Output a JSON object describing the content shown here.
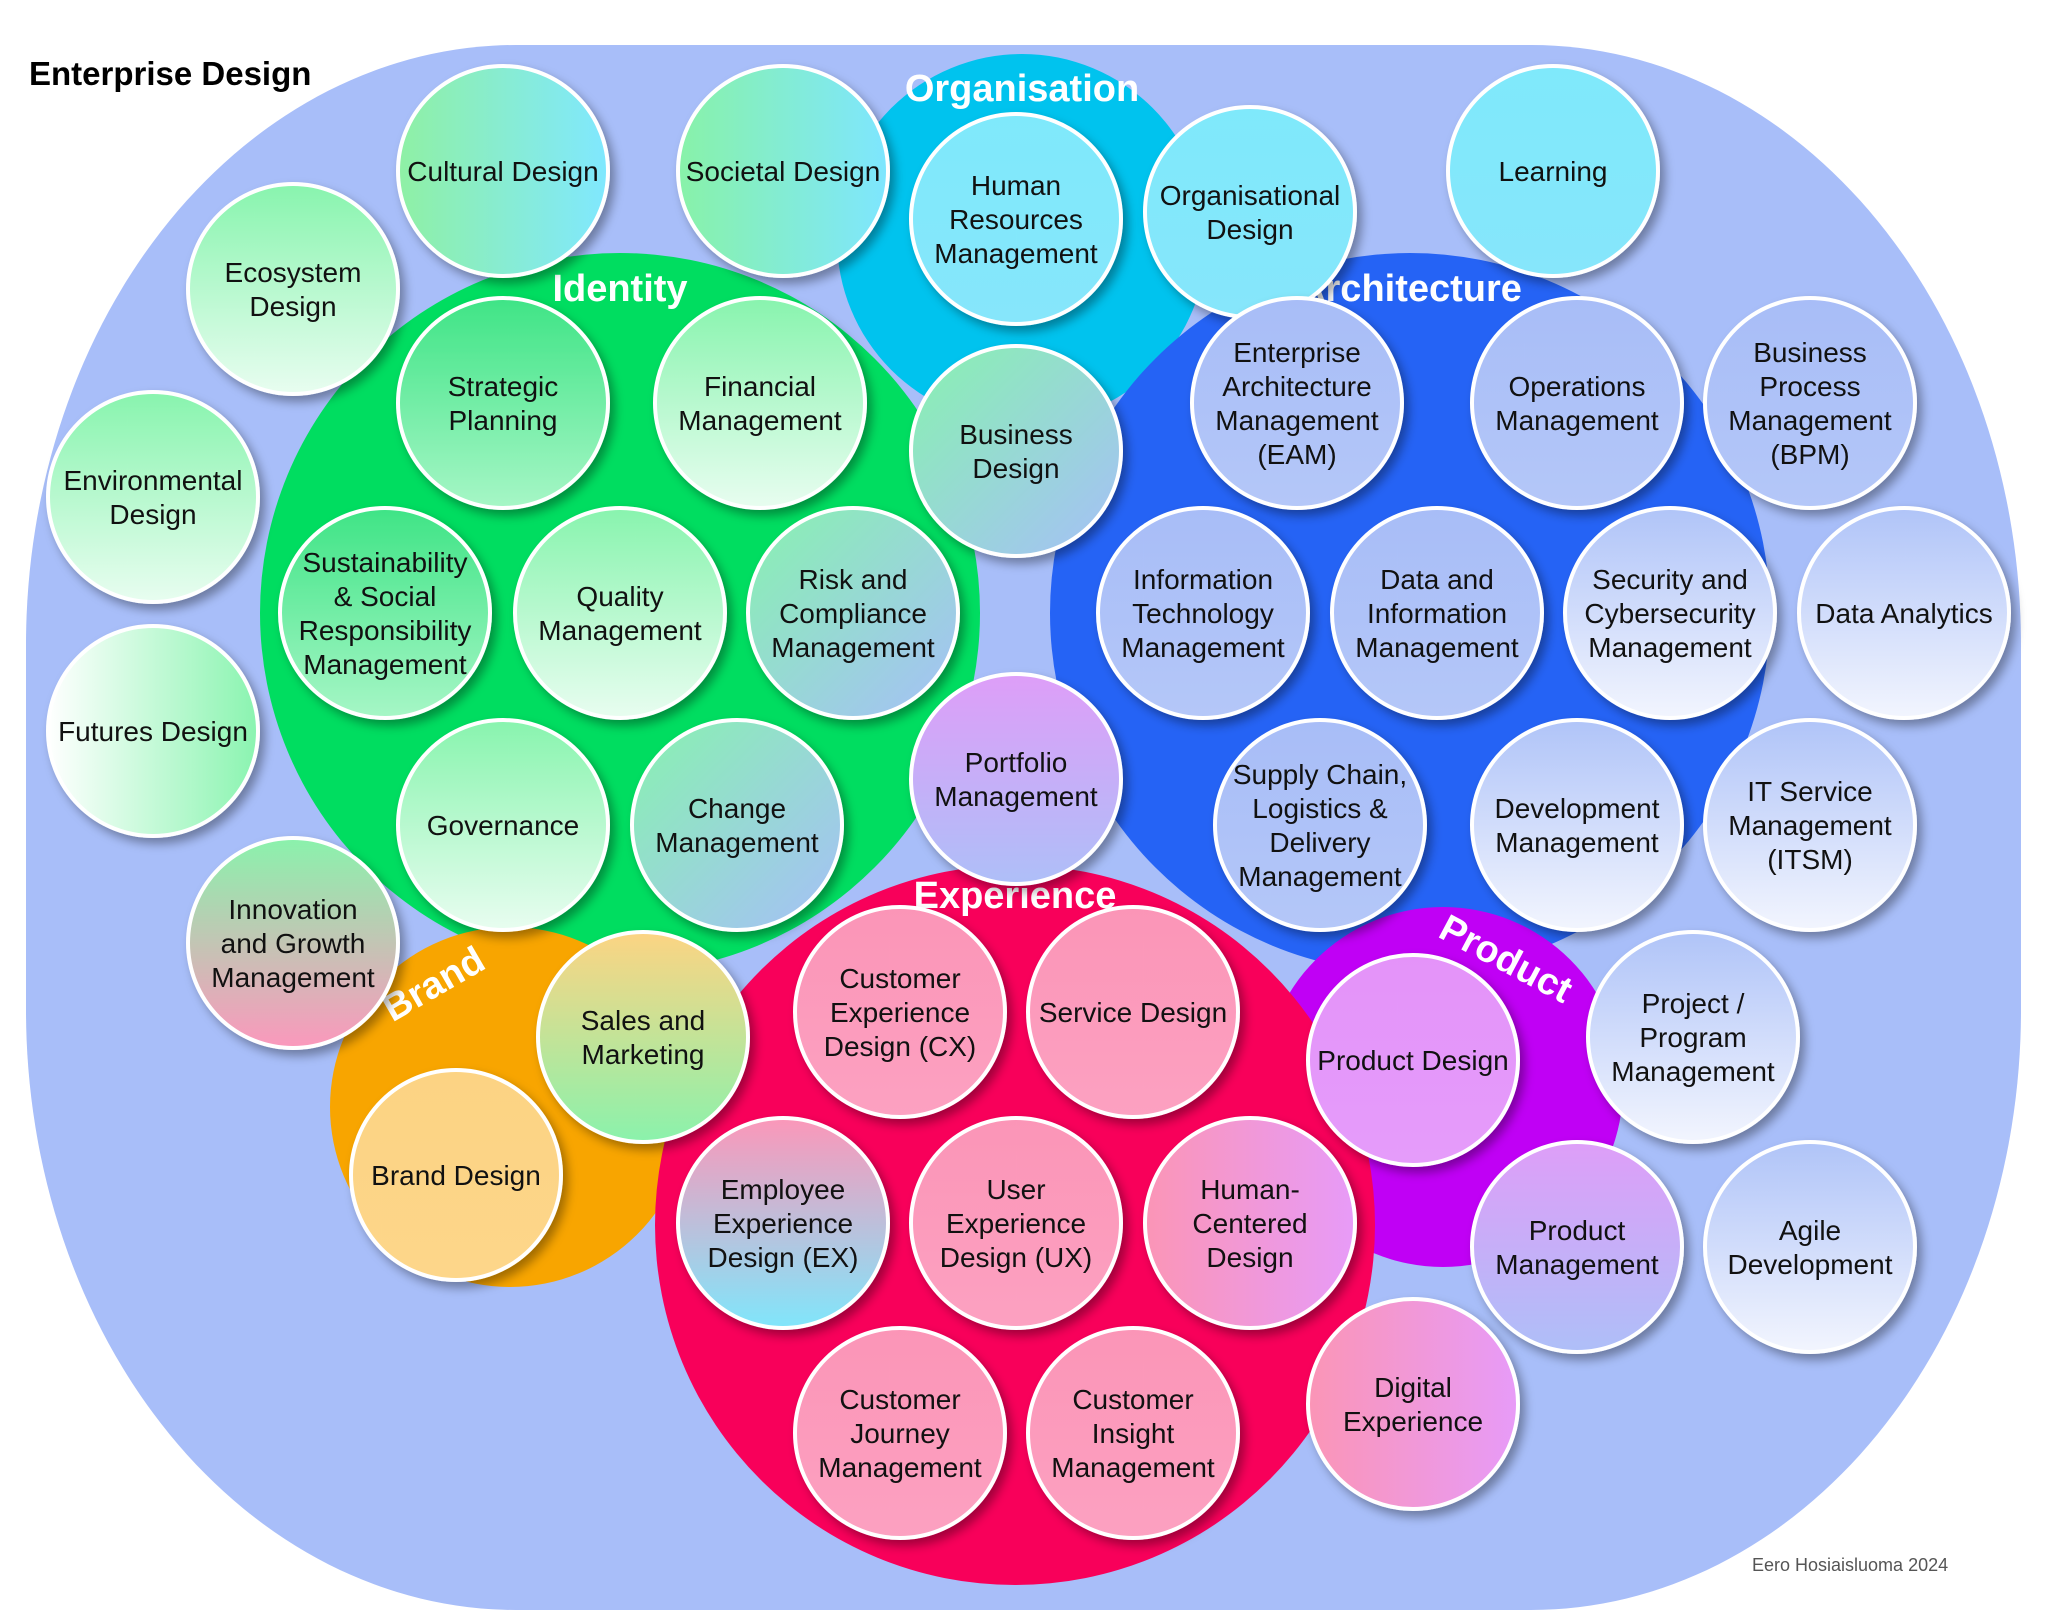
{
  "title": "Enterprise Design",
  "credit": "Eero Hosiaisluoma 2024",
  "colors": {
    "background": "#a8bef9",
    "organisation": "#00c3ee",
    "identity": "#00dd60",
    "architecture": "#2563f5",
    "experience": "#f8005a",
    "brand": "#f8a500",
    "product": "#c000f5"
  },
  "groups": [
    {
      "id": "organisation",
      "label": "Organisation"
    },
    {
      "id": "identity",
      "label": "Identity"
    },
    {
      "id": "architecture",
      "label": "Architecture"
    },
    {
      "id": "experience",
      "label": "Experience"
    },
    {
      "id": "brand",
      "label": "Brand"
    },
    {
      "id": "product",
      "label": "Product"
    }
  ],
  "nodes": [
    {
      "name": "cultural-design",
      "lines": [
        "Cultural Design"
      ],
      "fill": "cultural"
    },
    {
      "name": "societal-design",
      "lines": [
        "Societal Design"
      ],
      "fill": "societal"
    },
    {
      "name": "human-resources-management",
      "lines": [
        "Human",
        "Resources",
        "Management"
      ],
      "fill": "cyan"
    },
    {
      "name": "organisational-design",
      "lines": [
        "Organisational",
        "Design"
      ],
      "fill": "cyan"
    },
    {
      "name": "learning",
      "lines": [
        "Learning"
      ],
      "fill": "cyan"
    },
    {
      "name": "ecosystem-design",
      "lines": [
        "Ecosystem",
        "Design"
      ],
      "fill": "lightgreen"
    },
    {
      "name": "strategic-planning",
      "lines": [
        "Strategic",
        "Planning"
      ],
      "fill": "green"
    },
    {
      "name": "financial-management",
      "lines": [
        "Financial",
        "Management"
      ],
      "fill": "lightgreen"
    },
    {
      "name": "business-design",
      "lines": [
        "Business",
        "Design"
      ],
      "fill": "greenblue"
    },
    {
      "name": "enterprise-architecture-management",
      "lines": [
        "Enterprise",
        "Architecture",
        "Management",
        "(EAM)"
      ],
      "fill": "blue"
    },
    {
      "name": "operations-management",
      "lines": [
        "Operations",
        "Management"
      ],
      "fill": "blue"
    },
    {
      "name": "business-process-management",
      "lines": [
        "Business",
        "Process",
        "Management",
        "(BPM)"
      ],
      "fill": "blue"
    },
    {
      "name": "environmental-design",
      "lines": [
        "Environmental",
        "Design"
      ],
      "fill": "lightgreen"
    },
    {
      "name": "sustainability-management",
      "lines": [
        "Sustainability",
        "& Social",
        "Responsibility",
        "Management"
      ],
      "fill": "green"
    },
    {
      "name": "quality-management",
      "lines": [
        "Quality",
        "Management"
      ],
      "fill": "lightgreen"
    },
    {
      "name": "risk-compliance-management",
      "lines": [
        "Risk and",
        "Compliance",
        "Management"
      ],
      "fill": "greenblue"
    },
    {
      "name": "information-technology-management",
      "lines": [
        "Information",
        "Technology",
        "Management"
      ],
      "fill": "blue"
    },
    {
      "name": "data-information-management",
      "lines": [
        "Data and",
        "Information",
        "Management"
      ],
      "fill": "blue"
    },
    {
      "name": "security-cybersecurity-management",
      "lines": [
        "Security and",
        "Cybersecurity",
        "Management"
      ],
      "fill": "paleblue"
    },
    {
      "name": "data-analytics",
      "lines": [
        "Data Analytics"
      ],
      "fill": "paleblue"
    },
    {
      "name": "futures-design",
      "lines": [
        "Futures Design"
      ],
      "fill": "palegreen"
    },
    {
      "name": "governance",
      "lines": [
        "Governance"
      ],
      "fill": "lightgreen"
    },
    {
      "name": "change-management",
      "lines": [
        "Change",
        "Management"
      ],
      "fill": "greenblue"
    },
    {
      "name": "portfolio-management",
      "lines": [
        "Portfolio",
        "Management"
      ],
      "fill": "violetblue"
    },
    {
      "name": "supply-chain-management",
      "lines": [
        "Supply Chain,",
        "Logistics &",
        "Delivery",
        "Management"
      ],
      "fill": "blue"
    },
    {
      "name": "development-management",
      "lines": [
        "Development",
        "Management"
      ],
      "fill": "paleblue"
    },
    {
      "name": "it-service-management",
      "lines": [
        "IT Service",
        "Management",
        "(ITSM)"
      ],
      "fill": "paleblue"
    },
    {
      "name": "innovation-growth-management",
      "lines": [
        "Innovation",
        "and Growth",
        "Management"
      ],
      "fill": "greenpink"
    },
    {
      "name": "sales-marketing",
      "lines": [
        "Sales and",
        "Marketing"
      ],
      "fill": "yellowgreen"
    },
    {
      "name": "customer-experience-design",
      "lines": [
        "Customer",
        "Experience",
        "Design (CX)"
      ],
      "fill": "pink"
    },
    {
      "name": "service-design",
      "lines": [
        "Service Design"
      ],
      "fill": "pink"
    },
    {
      "name": "product-design",
      "lines": [
        "Product Design"
      ],
      "fill": "violet"
    },
    {
      "name": "project-program-management",
      "lines": [
        "Project /",
        "Program",
        "Management"
      ],
      "fill": "paleblue"
    },
    {
      "name": "brand-design",
      "lines": [
        "Brand Design"
      ],
      "fill": "orange"
    },
    {
      "name": "employee-experience-design",
      "lines": [
        "Employee",
        "Experience",
        "Design (EX)"
      ],
      "fill": "pinkcyan"
    },
    {
      "name": "user-experience-design",
      "lines": [
        "User",
        "Experience",
        "Design (UX)"
      ],
      "fill": "pink"
    },
    {
      "name": "human-centered-design",
      "lines": [
        "Human-",
        "Centered",
        "Design"
      ],
      "fill": "pinkviolet"
    },
    {
      "name": "product-management",
      "lines": [
        "Product",
        "Management"
      ],
      "fill": "violetblue"
    },
    {
      "name": "agile-development",
      "lines": [
        "Agile",
        "Development"
      ],
      "fill": "paleblue"
    },
    {
      "name": "customer-journey-management",
      "lines": [
        "Customer",
        "Journey",
        "Management"
      ],
      "fill": "pink"
    },
    {
      "name": "customer-insight-management",
      "lines": [
        "Customer",
        "Insight",
        "Management"
      ],
      "fill": "pink"
    },
    {
      "name": "digital-experience",
      "lines": [
        "Digital",
        "Experience"
      ],
      "fill": "pinkviolet"
    }
  ]
}
